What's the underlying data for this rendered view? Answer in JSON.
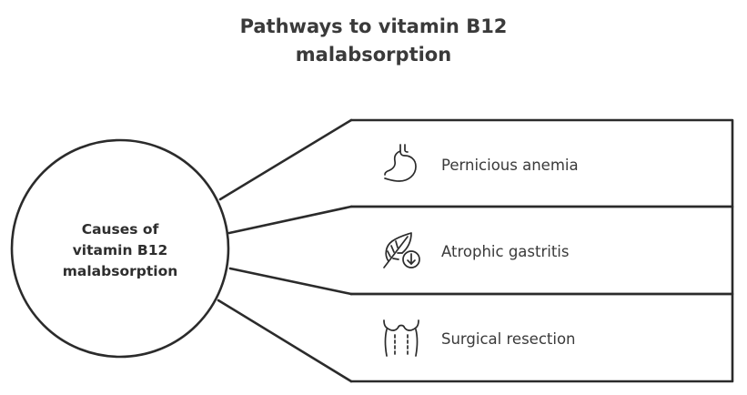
{
  "title": {
    "line1": "Pathways to vitamin B12",
    "line2": "malabsorption"
  },
  "center": {
    "line1": "Causes of",
    "line2": "vitamin B12",
    "line3": "malabsorption"
  },
  "branches": [
    {
      "label": "Pernicious anemia",
      "icon": "stomach-icon"
    },
    {
      "label": "Atrophic gastritis",
      "icon": "leaf-down-arrow-icon"
    },
    {
      "label": "Surgical resection",
      "icon": "torso-icon"
    }
  ],
  "colors": {
    "stroke": "#2b2b2b",
    "text": "#3a3a3a",
    "background": "#ffffff"
  }
}
